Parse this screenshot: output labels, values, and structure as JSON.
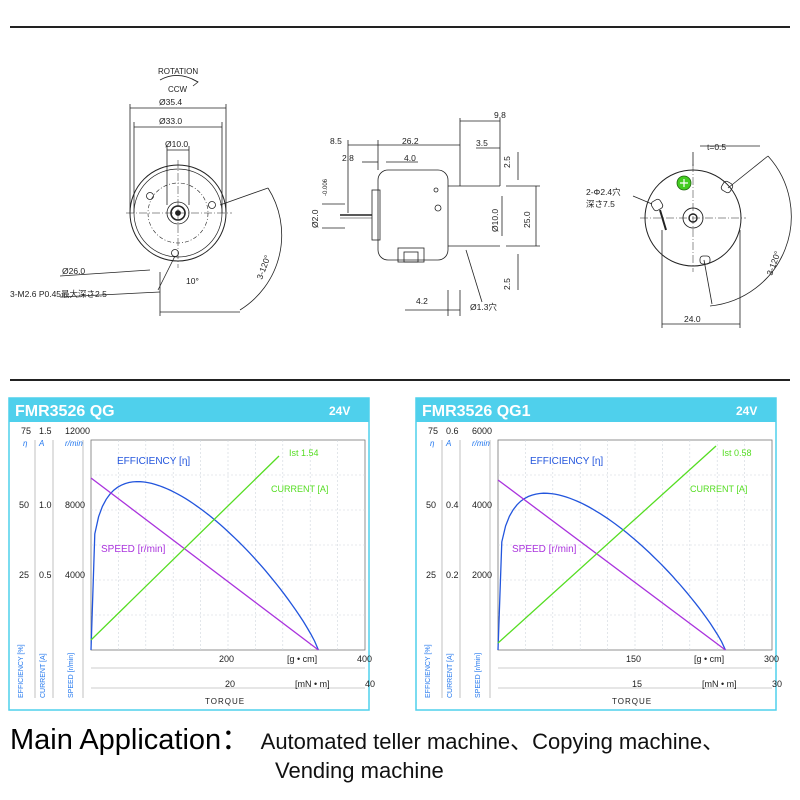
{
  "drawings": {
    "left": {
      "rotation": "ROTATION",
      "ccw": "CCW",
      "d354": "Ø35.4",
      "d330": "Ø33.0",
      "d100": "Ø10.0",
      "d260": "Ø26.0",
      "screw": "3-M2.6 P0.45最大深さ2.5",
      "ang10": "10°",
      "ang120": "3-120°"
    },
    "middle": {
      "d85": "8.5",
      "d262": "26.2",
      "d98": "9.8",
      "d28": "2.8",
      "d40": "4.0",
      "d35": "3.5",
      "shaft": "Ø2.0",
      "shaft_tol": "-0.006",
      "d25a": "2.5",
      "d100": "Ø10.0",
      "d250": "25.0",
      "d25b": "2.5",
      "d42": "4.2",
      "hole": "Ø1.3穴"
    },
    "right": {
      "t05": "t=0.5",
      "holes1": "2-Φ2.4穴",
      "holes2": "深さ7.5",
      "d240": "24.0",
      "ang120": "3-120°"
    }
  },
  "charts": [
    {
      "title": "FMR3526 QG",
      "voltage": "24V",
      "header_cols": [
        "75",
        "1.5",
        "12000"
      ],
      "unit_cols": [
        "η",
        "A",
        "r/min"
      ],
      "tick_rows": [
        [
          "50",
          "1.0",
          "8000"
        ],
        [
          "25",
          "0.5",
          "4000"
        ]
      ],
      "curves": {
        "efficiency": "EFFICIENCY [η]",
        "current": "CURRENT [A]",
        "speed": "SPEED [r/min]",
        "ist": "Ist 1.54"
      },
      "x_top": [
        "200",
        "[g • cm]",
        "400"
      ],
      "x_bottom": [
        "20",
        "[mN • m]",
        "40"
      ],
      "axis_bottom": [
        "EFFICIENCY [%]",
        "CURRENT [A]",
        "SPEED [r/min]"
      ],
      "torque": "TORQUE",
      "colors": {
        "title_bar": "#4fd0ec",
        "efficiency": "#2255dd",
        "current": "#55dd22",
        "speed": "#aa33dd",
        "label": "#2277ee"
      }
    },
    {
      "title": "FMR3526 QG1",
      "voltage": "24V",
      "header_cols": [
        "75",
        "0.6",
        "6000"
      ],
      "unit_cols": [
        "η",
        "A",
        "r/min"
      ],
      "tick_rows": [
        [
          "50",
          "0.4",
          "4000"
        ],
        [
          "25",
          "0.2",
          "2000"
        ]
      ],
      "curves": {
        "efficiency": "EFFICIENCY [η]",
        "current": "CURRENT [A]",
        "speed": "SPEED [r/min]",
        "ist": "Ist 0.58"
      },
      "x_top": [
        "150",
        "[g • cm]",
        "300"
      ],
      "x_bottom": [
        "15",
        "[mN • m]",
        "30"
      ],
      "axis_bottom": [
        "EFFICIENCY [%]",
        "CURRENT [A]",
        "SPEED [r/min]"
      ],
      "torque": "TORQUE",
      "colors": {
        "title_bar": "#4fd0ec",
        "efficiency": "#2255dd",
        "current": "#55dd22",
        "speed": "#aa33dd",
        "label": "#2277ee"
      }
    }
  ],
  "application": {
    "label": "Main Application：",
    "line1": "Automated teller machine、Copying machine、",
    "line2": "Vending machine"
  }
}
